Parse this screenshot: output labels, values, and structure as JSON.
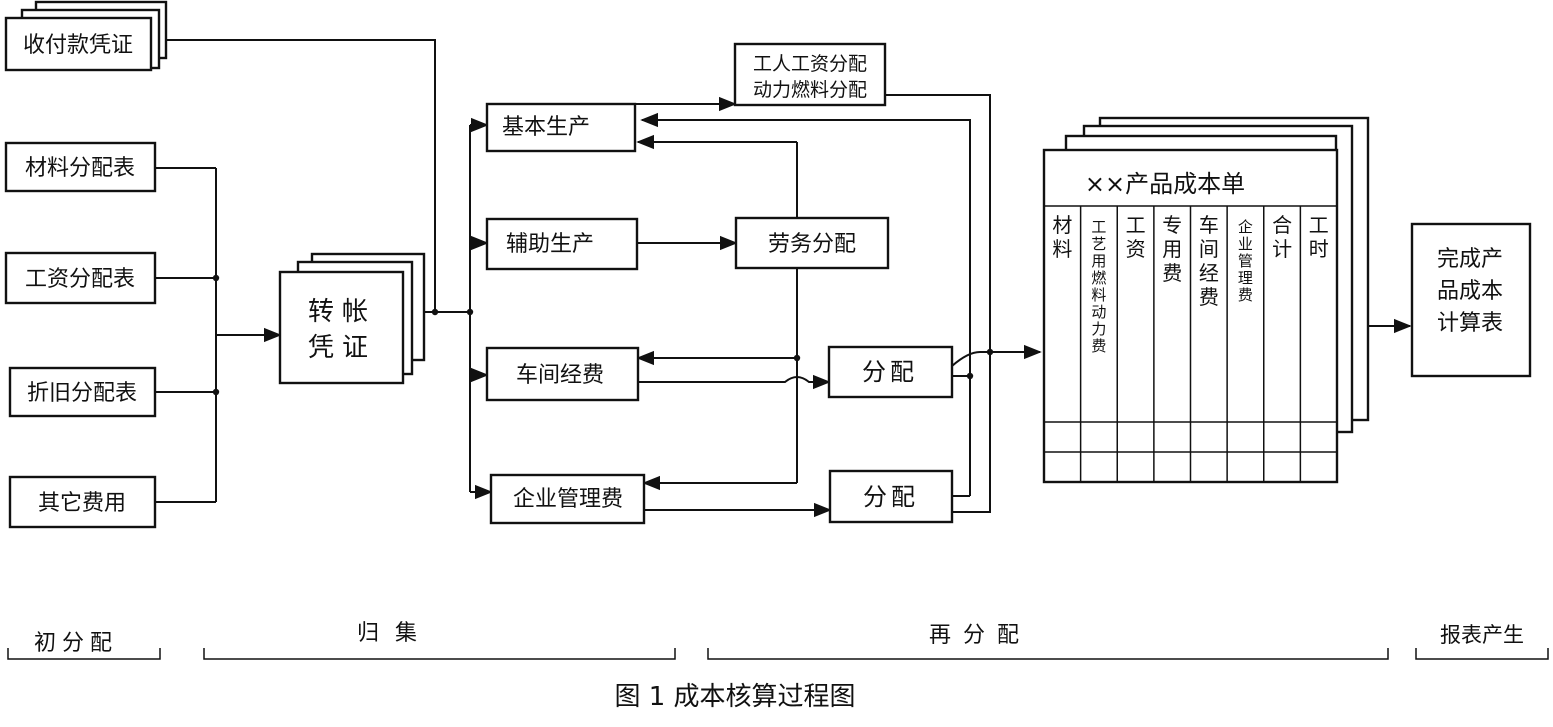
{
  "inputs": {
    "voucher": "收付款凭证",
    "material": "材料分配表",
    "wage": "工资分配表",
    "depreciation": "折旧分配表",
    "other": "其它费用"
  },
  "transfer_voucher": [
    "转帐",
    "凭证"
  ],
  "accounts": {
    "basic": "基本生产",
    "auxiliary": "辅助生产",
    "workshop": "车间经费",
    "enterprise": "企业管理费"
  },
  "allocations": {
    "wage_fuel_1": "工人工资分配",
    "wage_fuel_2": "动力燃料分配",
    "service": "劳务分配",
    "alloc_1": "分配",
    "alloc_2": "分配"
  },
  "cost_sheet": {
    "title": "××产品成本单",
    "columns": [
      "材料",
      "工艺用燃料动力费",
      "工资",
      "专用费",
      "车间经费",
      "企业管理费",
      "合计",
      "工时"
    ]
  },
  "report": [
    "完成产",
    "品成本",
    "计算表"
  ],
  "stages": {
    "s1": "初分配",
    "s2": "归集",
    "s3": "再分配",
    "s4": "报表产生"
  },
  "caption": "图 1  成本核算过程图"
}
